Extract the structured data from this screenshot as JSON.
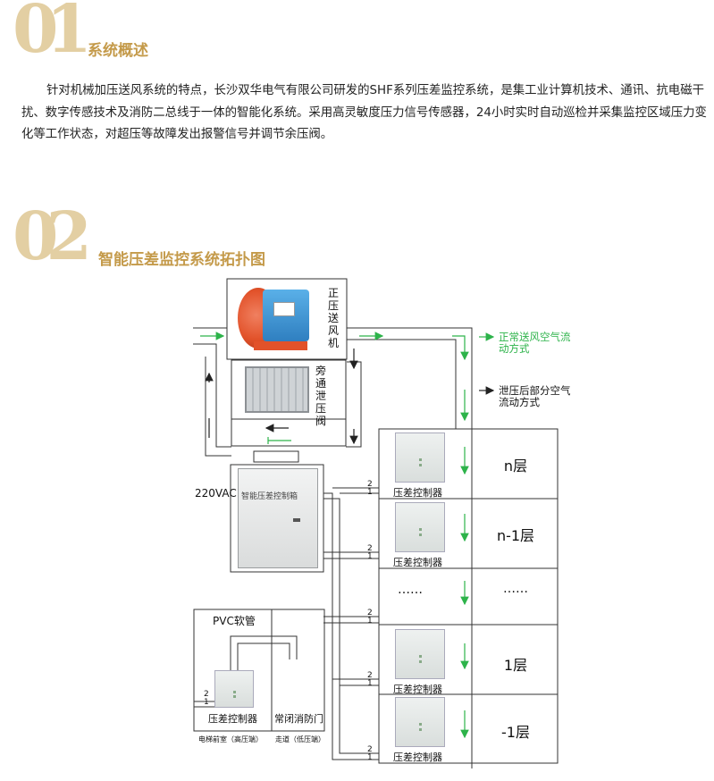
{
  "section1": {
    "number": "01",
    "title": "系统概述"
  },
  "overview_text": "针对机械加压送风系统的特点，长沙双华电气有限公司研发的SHF系列压差监控系统，是集工业计算机技术、通讯、抗电磁干扰、数字传感技术及消防二总线于一体的智能化系统。采用高灵敏度压力信号传感器，24小时实时自动巡检并采集监控区域压力变化等工作状态，对超压等故障发出报警信号并调节余压阀。",
  "section2": {
    "number": "02",
    "title": "智能压差监控系统拓扑图"
  },
  "diagram": {
    "fan_label": "正压送风机",
    "valve_label": "旁通泄压阀",
    "legend_normal": "正常送风空气流动方式",
    "legend_relief": "泄压后部分空气流动方式",
    "voltage": "220VAC",
    "cabinet_label": "智能压差控制箱",
    "controller_label": "压差控制器",
    "floors": [
      "n层",
      "n-1层",
      "……",
      "1层",
      "-1层"
    ],
    "pvc_label": "PVC软管",
    "fire_door_label": "常闭消防门",
    "elevator_label": "电梯前室（高压端）",
    "corridor_label": "走道（低压端）",
    "pin_2": "2",
    "pin_1": "1",
    "colors": {
      "green": "#2db34a",
      "gold": "#c49a4a",
      "fan_orange": "#e2522a"
    }
  }
}
